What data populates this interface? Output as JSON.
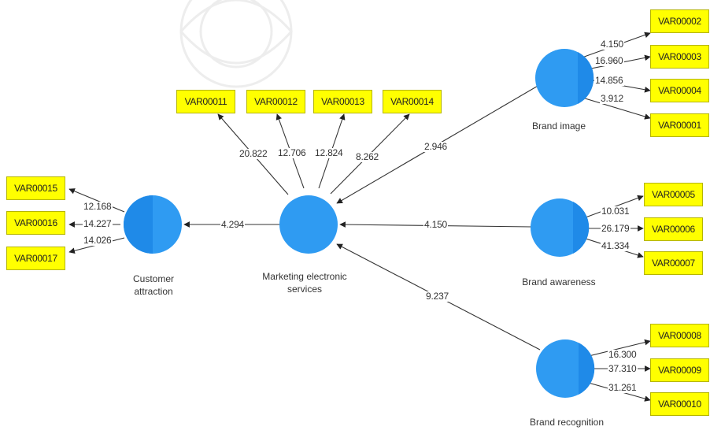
{
  "constructs": {
    "marketing": {
      "label": "Marketing electronic services"
    },
    "customer": {
      "label": "Customer attraction"
    },
    "image": {
      "label": "Brand image"
    },
    "awareness": {
      "label": "Brand awareness"
    },
    "recognition": {
      "label": "Brand recognition"
    }
  },
  "indicators": {
    "v01": "VAR00001",
    "v02": "VAR00002",
    "v03": "VAR00003",
    "v04": "VAR00004",
    "v05": "VAR00005",
    "v06": "VAR00006",
    "v07": "VAR00007",
    "v08": "VAR00008",
    "v09": "VAR00009",
    "v10": "VAR00010",
    "v11": "VAR00011",
    "v12": "VAR00012",
    "v13": "VAR00013",
    "v14": "VAR00014",
    "v15": "VAR00015",
    "v16": "VAR00016",
    "v17": "VAR00017"
  },
  "outer_loadings": {
    "v02": "4.150",
    "v03": "16.960",
    "v04": "14.856",
    "v01": "3.912",
    "v05": "10.031",
    "v06": "26.179",
    "v07": "41.334",
    "v08": "16.300",
    "v09": "37.310",
    "v10": "31.261",
    "v11": "20.822",
    "v12": "12.706",
    "v13": "12.824",
    "v14": "8.262",
    "v15": "12.168",
    "v16": "14.227",
    "v17": "14.026"
  },
  "path_coefficients": {
    "image_to_marketing": "2.946",
    "awareness_to_marketing": "4.150",
    "recognition_to_marketing": "9.237",
    "marketing_to_customer": "4.294"
  },
  "colors": {
    "node_fill": "#2f9bf2",
    "node_shade": "#1f8ae8",
    "indicator_fill": "#ffff00",
    "arrow": "#333333"
  }
}
